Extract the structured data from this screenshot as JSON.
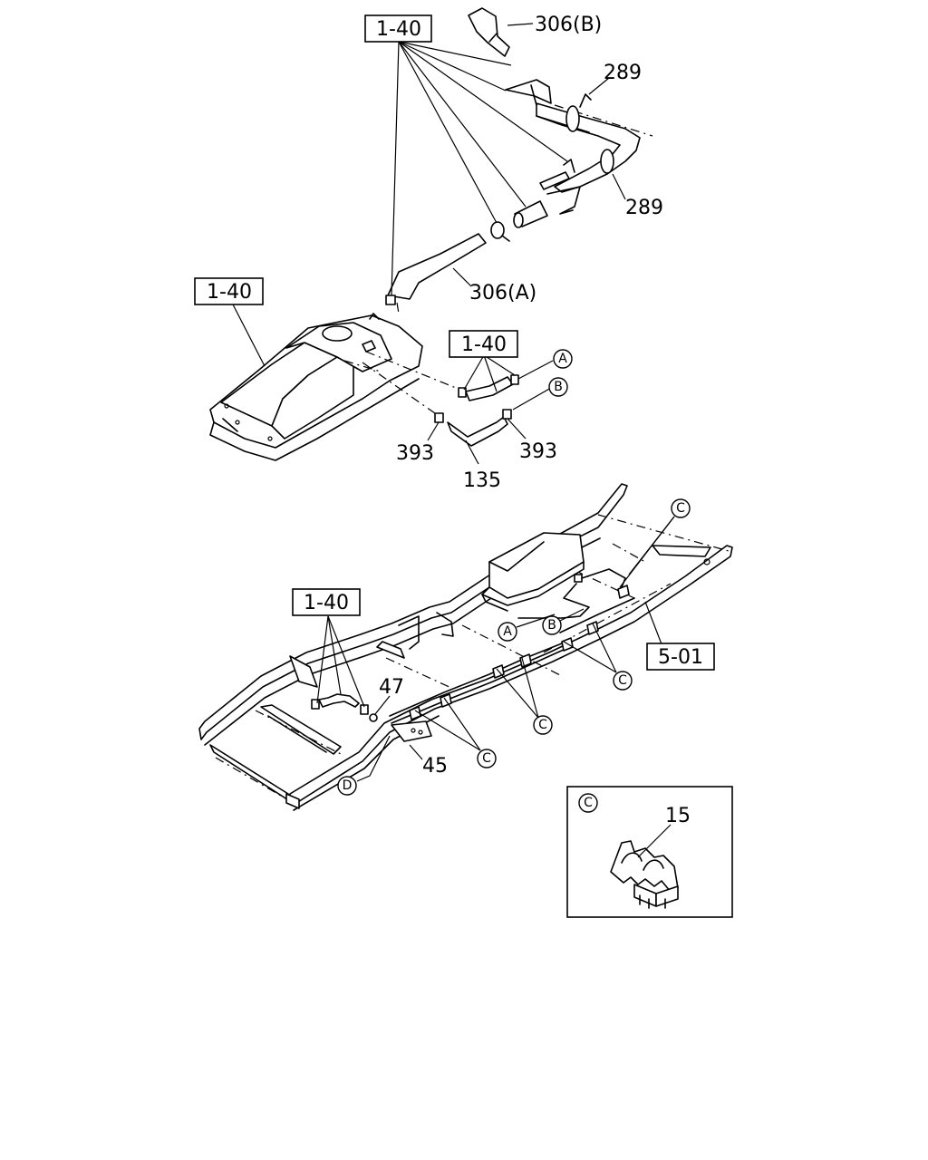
{
  "refs": {
    "ref_1_40": "1-40",
    "ref_5_01": "5-01"
  },
  "labels": {
    "p306b": "306(B)",
    "p289": "289",
    "p306a": "306(A)",
    "p393": "393",
    "p135": "135",
    "p47": "47",
    "p45": "45",
    "p15": "15"
  },
  "markers": {
    "a": "A",
    "b": "B",
    "c": "C",
    "d": "D"
  }
}
